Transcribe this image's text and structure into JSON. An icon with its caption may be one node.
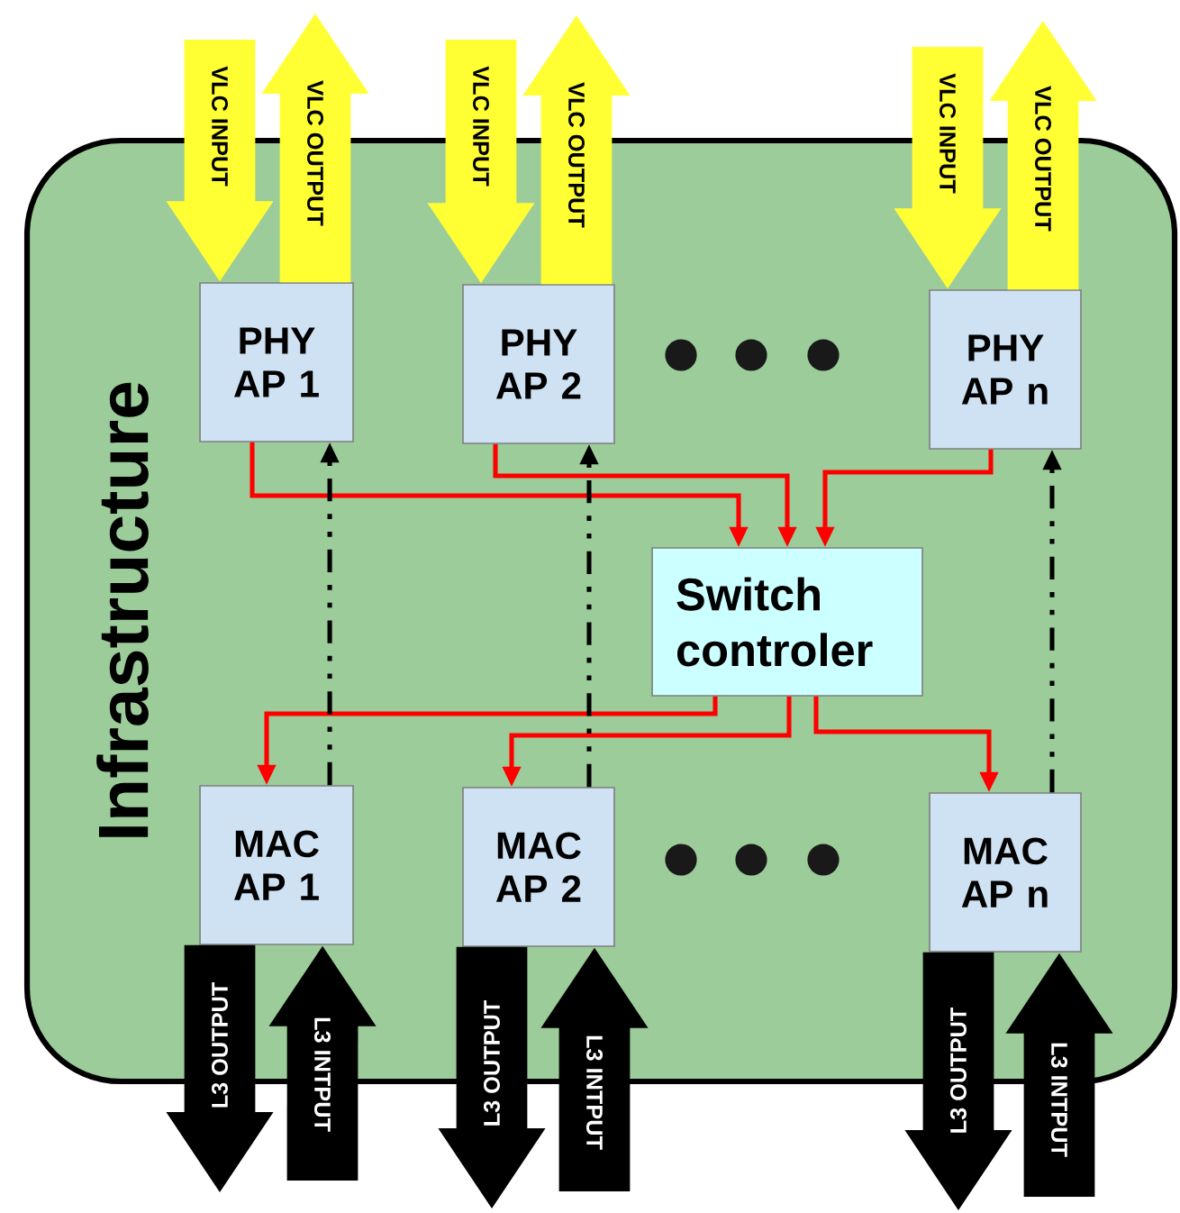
{
  "diagram": {
    "nodes": [
      {
        "text": [
          "Infrastructure"
        ]
      },
      {
        "text": [
          "PHY AP 1"
        ],
        "in": 0
      },
      {
        "text": [
          "PHY AP 2"
        ],
        "in": 0
      },
      {
        "text": [
          "PHY AP n"
        ],
        "in": 0
      },
      {
        "text": [
          "Switch controler"
        ],
        "in": 0
      },
      {
        "text": [
          "MAC AP 1"
        ],
        "in": 0
      },
      {
        "text": [
          "MAC AP 2"
        ],
        "in": 0
      },
      {
        "text": [
          "MAC AP n"
        ],
        "in": 0
      }
    ],
    "edges": [
      {
        "from": 1,
        "to": 4,
        "arrow": "to",
        "color": "#ff0000"
      },
      {
        "from": 2,
        "to": 4,
        "arrow": "to",
        "color": "#ff0000"
      },
      {
        "from": 3,
        "to": 4,
        "arrow": "to",
        "color": "#ff0000"
      },
      {
        "from": 4,
        "to": 5,
        "arrow": "to",
        "color": "#ff0000"
      },
      {
        "from": 4,
        "to": 6,
        "arrow": "to",
        "color": "#ff0000"
      },
      {
        "from": 4,
        "to": 7,
        "arrow": "to",
        "color": "#ff0000"
      },
      {
        "from": 5,
        "to": 1,
        "arrow": "to",
        "style": "dashed"
      },
      {
        "from": 6,
        "to": 2,
        "arrow": "to",
        "style": "dashed"
      },
      {
        "from": 7,
        "to": 3,
        "arrow": "to",
        "style": "dashed"
      },
      {
        "from": null,
        "to": 1,
        "arrow": "to",
        "label": "VLC INPUT",
        "color": "#ffff33"
      },
      {
        "from": 1,
        "to": null,
        "arrow": "to",
        "label": "VLC OUTPUT",
        "color": "#ffff33"
      },
      {
        "from": null,
        "to": 2,
        "arrow": "to",
        "label": "VLC INPUT",
        "color": "#ffff33"
      },
      {
        "from": 2,
        "to": null,
        "arrow": "to",
        "label": "VLC OUTPUT",
        "color": "#ffff33"
      },
      {
        "from": null,
        "to": 3,
        "arrow": "to",
        "label": "VLC INPUT",
        "color": "#ffff33"
      },
      {
        "from": 3,
        "to": null,
        "arrow": "to",
        "label": "VLC OUTPUT",
        "color": "#ffff33"
      },
      {
        "from": 5,
        "to": null,
        "arrow": "to",
        "label": "L3 OUTPUT"
      },
      {
        "from": null,
        "to": 5,
        "arrow": "to",
        "label": "L3 INTPUT"
      },
      {
        "from": 6,
        "to": null,
        "arrow": "to",
        "label": "L3 OUTPUT"
      },
      {
        "from": null,
        "to": 6,
        "arrow": "to",
        "label": "L3 INTPUT"
      },
      {
        "from": 7,
        "to": null,
        "arrow": "to",
        "label": "L3 OUTPUT"
      },
      {
        "from": null,
        "to": 7,
        "arrow": "to",
        "label": "L3 INTPUT"
      }
    ]
  }
}
